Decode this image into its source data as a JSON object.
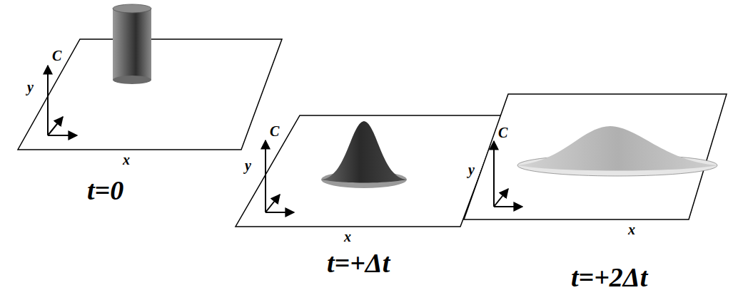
{
  "diagram": {
    "labels": [
      "C",
      "y",
      "x",
      "t=0",
      "C",
      "y",
      "x",
      "t=+Δt",
      "C",
      "y",
      "x",
      "t=+2Δt"
    ]
  }
}
